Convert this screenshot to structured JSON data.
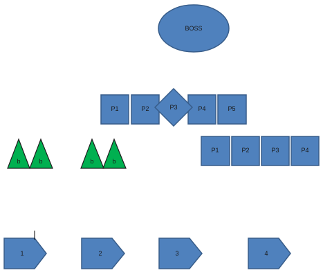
{
  "boss": {
    "label": "BOSS"
  },
  "row1": [
    "P1",
    "P2",
    "P3",
    "P4",
    "P5"
  ],
  "row2": [
    "P1",
    "P2",
    "P3",
    "P4"
  ],
  "triangles": [
    "b",
    "b",
    "b",
    "b"
  ],
  "pentagons": [
    "1",
    "2",
    "3",
    "4"
  ],
  "colors": {
    "shape_fill": "#4f81bd",
    "shape_stroke": "#385d8a",
    "triangle_fill": "#00b050"
  }
}
